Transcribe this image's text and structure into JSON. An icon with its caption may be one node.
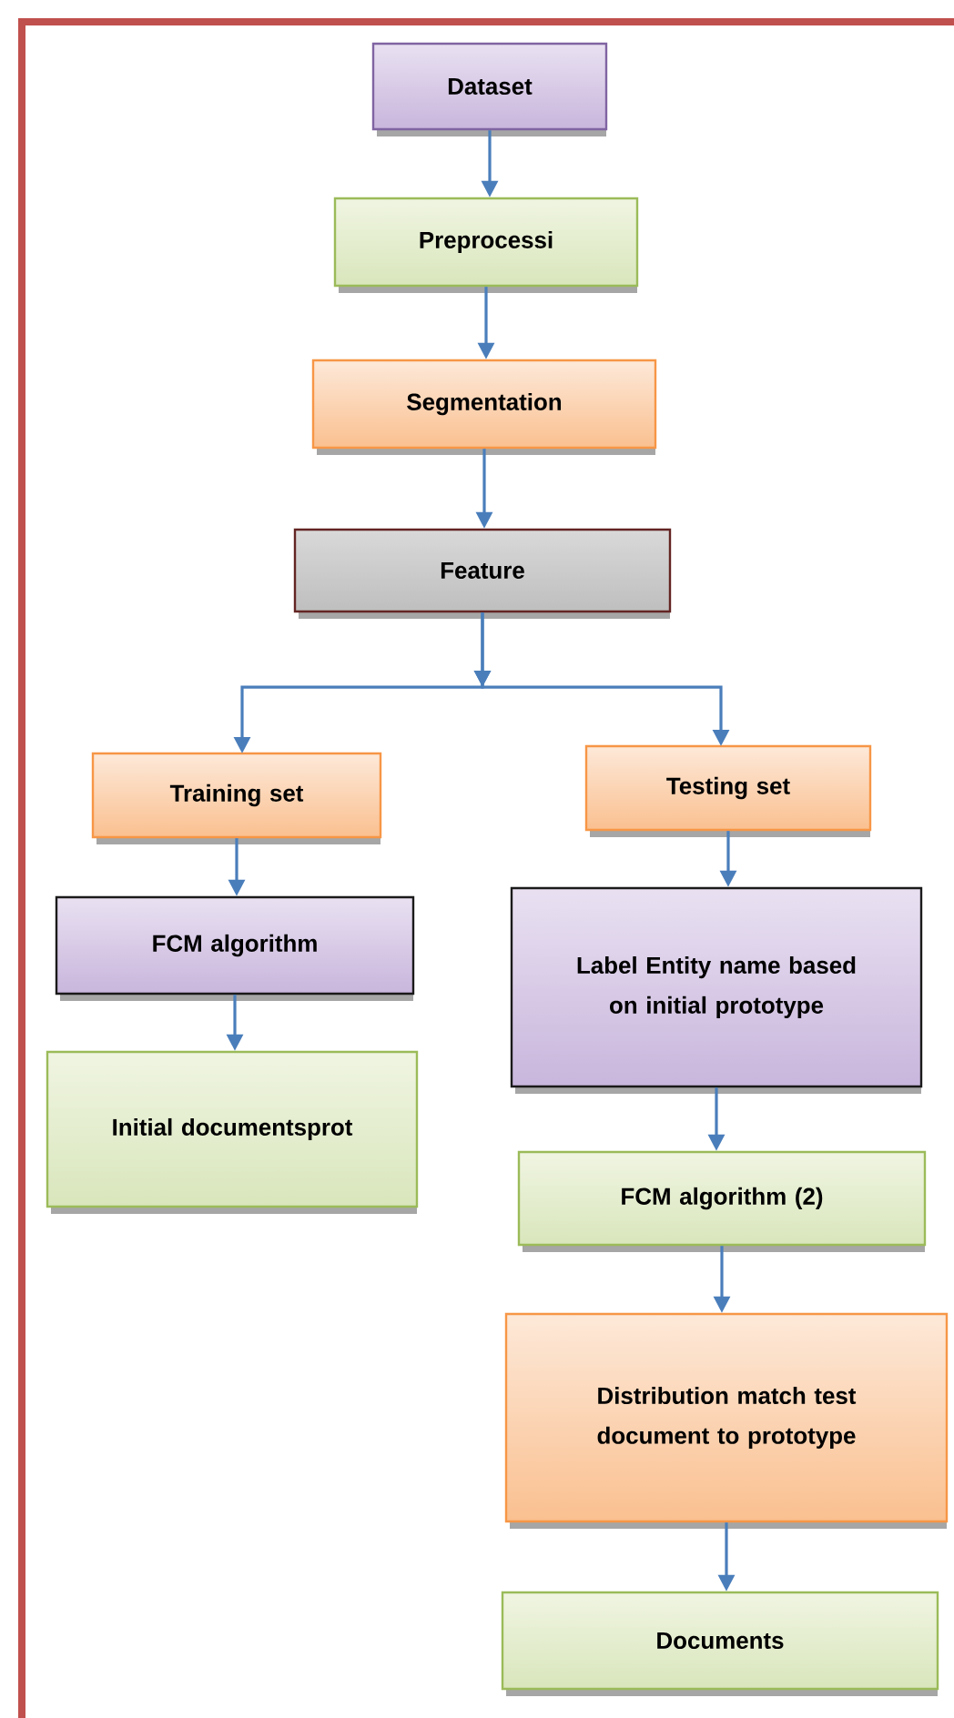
{
  "diagram": {
    "nodes": [
      {
        "text": [
          "Dataset"
        ]
      },
      {
        "text": [
          "Preprocessi"
        ]
      },
      {
        "text": [
          "Segmentation"
        ]
      },
      {
        "text": [
          "Feature"
        ]
      },
      {
        "text": [
          "Training set"
        ]
      },
      {
        "text": [
          "Testing set"
        ]
      },
      {
        "text": [
          "FCM algorithm"
        ]
      },
      {
        "text": [
          "Initial documentsprot"
        ]
      },
      {
        "text": [
          "Label Entity name based on initial prototype"
        ]
      },
      {
        "text": [
          "FCM algorithm (2)"
        ]
      },
      {
        "text": [
          "Distribution match test document to prototype"
        ]
      },
      {
        "text": [
          "Documents"
        ]
      }
    ],
    "edges": [
      {
        "from": 0,
        "to": 1,
        "arrow": "to"
      },
      {
        "from": 1,
        "to": 2,
        "arrow": "to"
      },
      {
        "from": 2,
        "to": 3,
        "arrow": "to"
      },
      {
        "from": 3,
        "to": 4,
        "arrow": "to"
      },
      {
        "from": 3,
        "to": 5,
        "arrow": "to"
      },
      {
        "from": 4,
        "to": 6,
        "arrow": "to"
      },
      {
        "from": 6,
        "to": 7,
        "arrow": "to"
      },
      {
        "from": 5,
        "to": 8,
        "arrow": "to"
      },
      {
        "from": 8,
        "to": 9,
        "arrow": "to"
      },
      {
        "from": 9,
        "to": 10,
        "arrow": "to"
      },
      {
        "from": 10,
        "to": 11,
        "arrow": "to"
      }
    ]
  }
}
